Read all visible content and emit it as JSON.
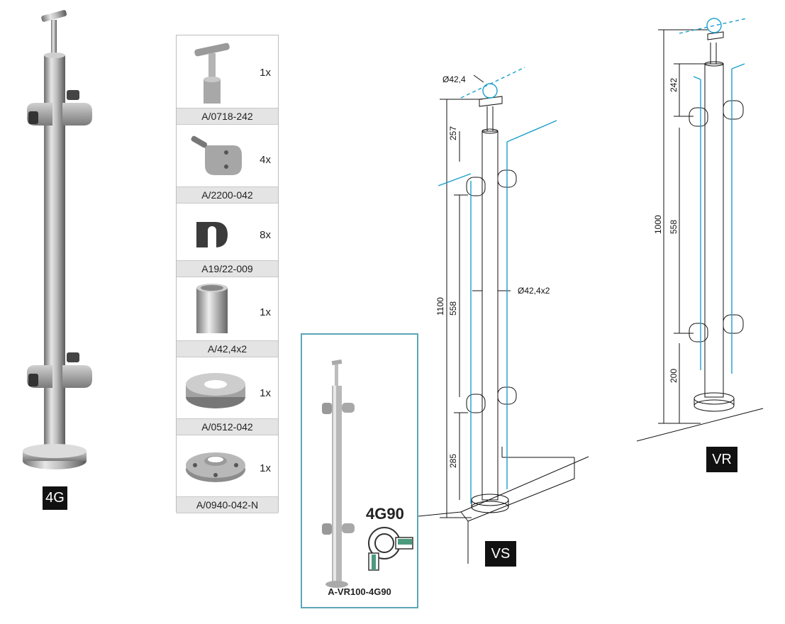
{
  "main_product": {
    "label": "4G"
  },
  "parts": [
    {
      "qty": "1x",
      "code": "A/0718-242",
      "icon": "handrail-saddle-icon"
    },
    {
      "qty": "4x",
      "code": "A/2200-042",
      "icon": "glass-clamp-icon"
    },
    {
      "qty": "8x",
      "code": "A19/22-009",
      "icon": "rubber-pad-icon"
    },
    {
      "qty": "1x",
      "code": "A/42,4x2",
      "icon": "tube-icon"
    },
    {
      "qty": "1x",
      "code": "A/0512-042",
      "icon": "cover-ring-icon"
    },
    {
      "qty": "1x",
      "code": "A/0940-042-N",
      "icon": "base-flange-icon"
    }
  ],
  "inset": {
    "type_label": "4G90",
    "product_code": "A-VR100-4G90"
  },
  "vs": {
    "label": "VS",
    "dims": {
      "top_diameter": "Ø42,4",
      "tube": "Ø42,4x2",
      "total": "1100",
      "top": "257",
      "mid": "558",
      "bottom": "285"
    }
  },
  "vr": {
    "label": "VR",
    "dims": {
      "total": "1000",
      "top": "242",
      "mid": "558",
      "bottom": "200"
    }
  },
  "colors": {
    "accent": "#1a9fcc",
    "inset_border": "#5aa6b5",
    "label_bg": "#111111"
  }
}
